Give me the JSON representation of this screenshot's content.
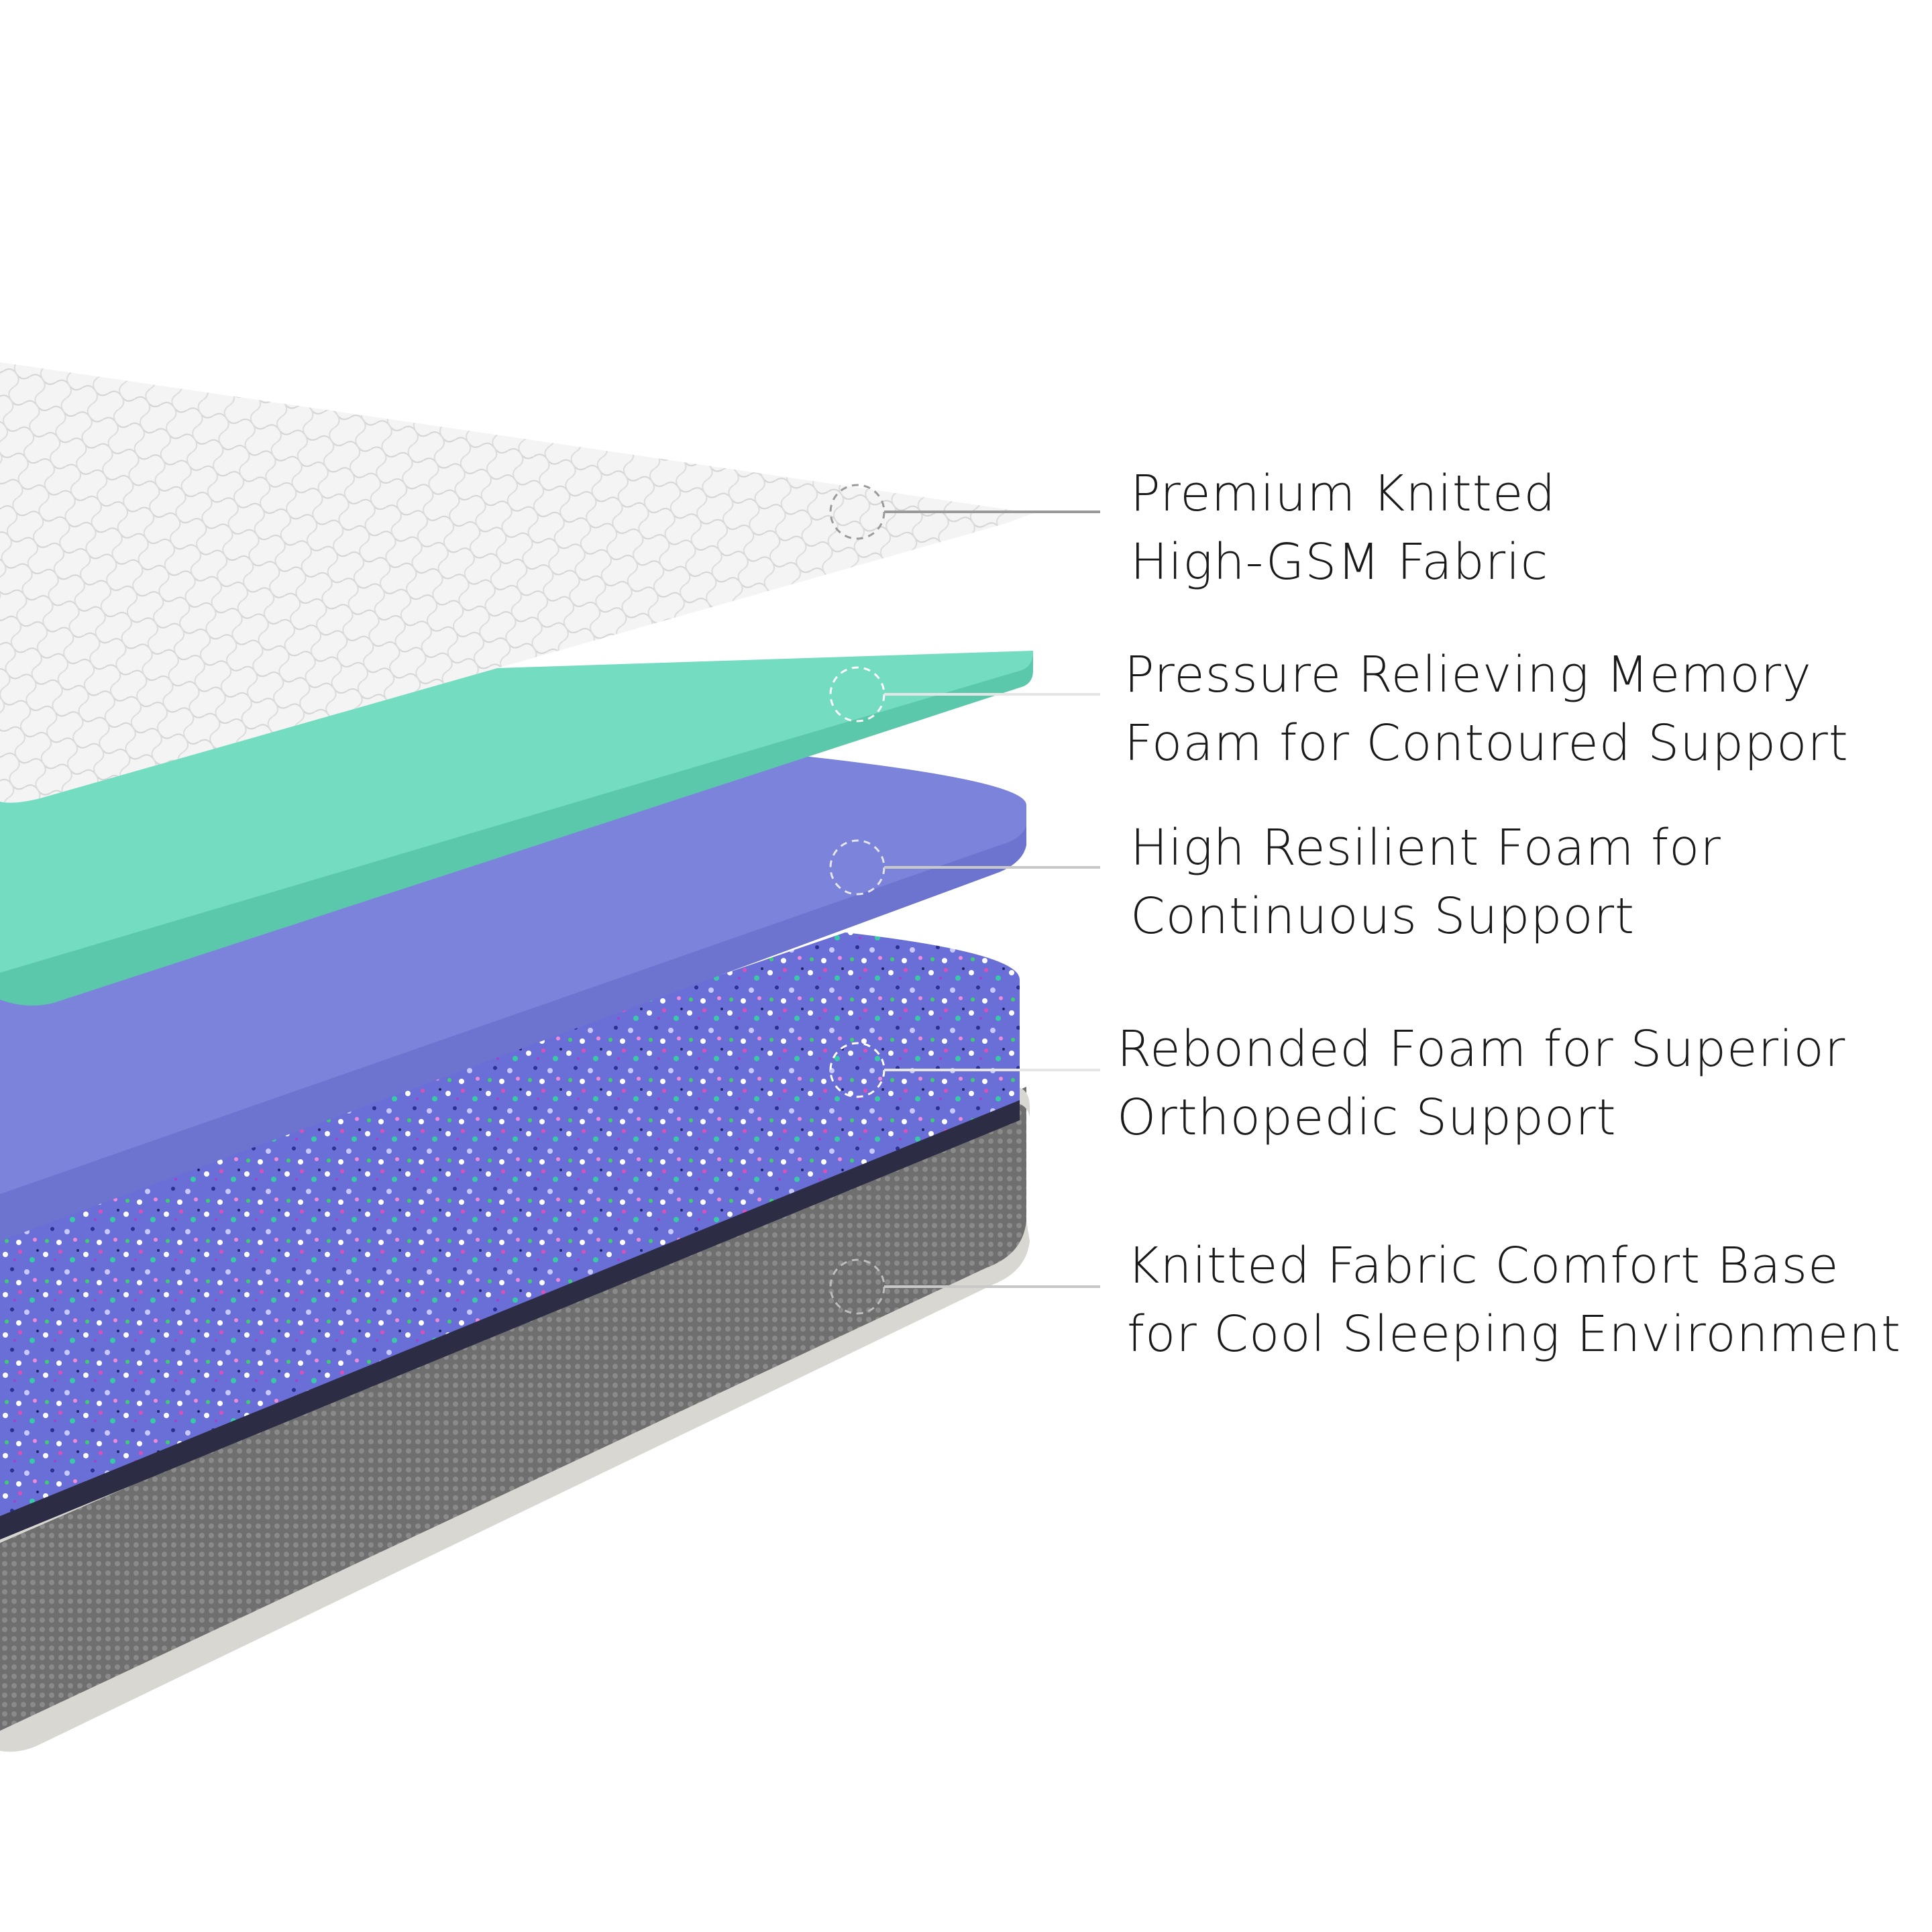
{
  "layers": [
    {
      "id": "fabric-top",
      "line1": "Premium Knitted",
      "line2": "High-GSM Fabric"
    },
    {
      "id": "memory-foam",
      "line1": "Pressure Relieving Memory",
      "line2": "Foam for Contoured Support"
    },
    {
      "id": "resilient-foam",
      "line1": "High Resilient Foam for",
      "line2": "Continuous Support"
    },
    {
      "id": "rebonded-foam",
      "line1": "Rebonded Foam for Superior",
      "line2": "Orthopedic Support"
    },
    {
      "id": "comfort-base",
      "line1": "Knitted Fabric Comfort Base",
      "line2": "for Cool Sleeping Environment"
    }
  ],
  "colors": {
    "fabric": "#f2f2f2",
    "memory_foam": "#74dcc0",
    "resilient_foam": "#7b83db",
    "rebonded_foam": "#6a6fd8",
    "base": "#7a7a7a",
    "base_trim": "#d9d7d2",
    "callout_line": "#9a9a9a"
  }
}
